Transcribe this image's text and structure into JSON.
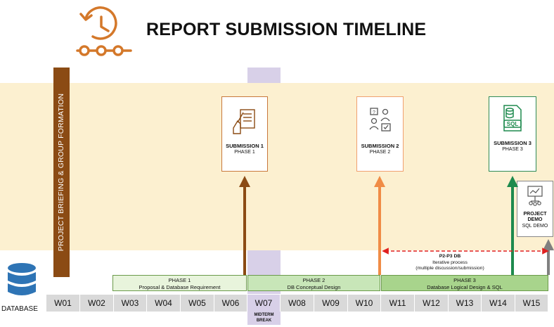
{
  "title": "REPORT SUBMISSION TIMELINE",
  "icons": {
    "header": "clock-timeline-icon",
    "database": "database-icon"
  },
  "briefing": "PROJECT BRIEFING & GROUP FORMATION",
  "submissions": [
    {
      "title": "SUBMISSION 1",
      "phase": "PHASE 1",
      "icon": "document-writing-icon",
      "color": "#c8783c"
    },
    {
      "title": "SUBMISSION 2",
      "phase": "PHASE 2",
      "icon": "discussion-icon",
      "color": "#f0a070"
    },
    {
      "title": "SUBMISSION 3",
      "phase": "PHASE 3",
      "icon": "sql-file-icon",
      "color": "#2e8b57"
    }
  ],
  "demo": {
    "title_line1": "PROJECT",
    "title_line2": "DEMO",
    "subtitle": "SQL DEMO",
    "icon": "presentation-icon"
  },
  "iterative": {
    "label": "P2-P3 DB",
    "line2": "Iterative process",
    "line3": "(multiple discussion/submission)"
  },
  "phases": [
    {
      "name": "PHASE 1",
      "desc": "Proposal & Database Requirement"
    },
    {
      "name": "PHASE 2",
      "desc": "DB Conceptual Design"
    },
    {
      "name": "PHASE 3",
      "desc": "Database Logical Design & SQL"
    }
  ],
  "weeks": [
    "W01",
    "W02",
    "W03",
    "W04",
    "W05",
    "W06",
    "W07",
    "W08",
    "W09",
    "W10",
    "W11",
    "W12",
    "W13",
    "W14",
    "W15"
  ],
  "midterm": {
    "line1": "MIDTERM",
    "line2": "BREAK"
  },
  "database_label": "DATABASE",
  "colors": {
    "band": "#fcf0d0",
    "briefing": "#8b4b14",
    "midterm": "#d8d0e8",
    "phase_fill_light": "#e8f4dc",
    "phase_fill_mid": "#c8e6b8",
    "phase_fill_dark": "#a8d48c",
    "week_fill": "#d9d9d9",
    "arrow1": "#8b4b14",
    "arrow2": "#f08c46",
    "arrow3": "#1e8a4e",
    "arrow_demo": "#808080",
    "dashed": "#e02020"
  }
}
